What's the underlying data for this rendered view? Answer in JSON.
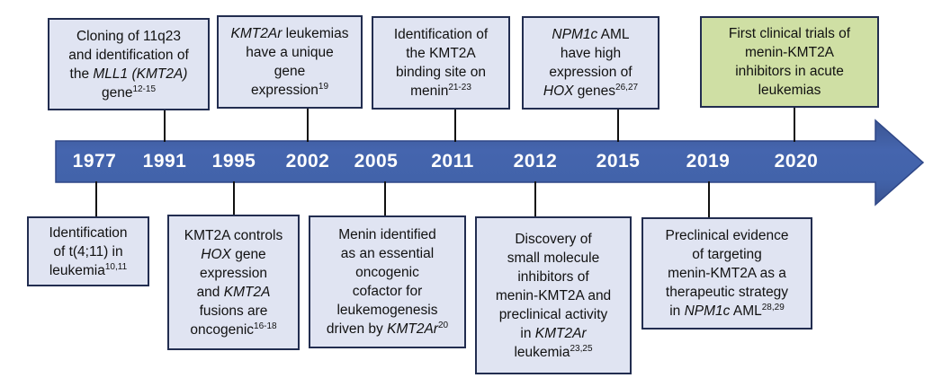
{
  "figure": {
    "title_semantic": "Timeline of menin-KMT2A research milestones",
    "colors": {
      "box_fill": "#e0e4f2",
      "box_border": "#222d50",
      "highlight_box_fill": "#cfdfa4",
      "arrow_fill": "#4161a8",
      "arrow_edge": "#2f4787",
      "year_text": "#ffffff",
      "body_text": "#111111",
      "connector": "#111111"
    }
  },
  "timeline": {
    "years": [
      "1977",
      "1991",
      "1995",
      "2002",
      "2005",
      "2011",
      "2012",
      "2015",
      "2019",
      "2020"
    ]
  },
  "top_boxes": [
    {
      "year": "1991",
      "text": "Cloning of 11q23\nand identification of\nthe *MLL1 (KMT2A)*\ngene^12-15^",
      "highlight": false
    },
    {
      "year": "2002",
      "text": "*KMT2Ar* leukemias\nhave a unique\ngene\nexpression^19^",
      "highlight": false
    },
    {
      "year": "2011",
      "text": "Identification of\nthe KMT2A\nbinding site on\nmenin^21-23^",
      "highlight": false
    },
    {
      "year": "2015",
      "text": "*NPM1c* AML\nhave high\nexpression of\n*HOX* genes^26,27^",
      "highlight": false
    },
    {
      "year": "2020",
      "text": "First clinical trials of\nmenin-KMT2A\ninhibitors in acute\nleukemias",
      "highlight": true
    }
  ],
  "bottom_boxes": [
    {
      "year": "1977",
      "text": "Identification\nof t(4;11) in\nleukemia^10,11^"
    },
    {
      "year": "1995",
      "text": "KMT2A controls\n*HOX* gene\nexpression\nand *KMT2A*\nfusions are\noncogenic^16-18^"
    },
    {
      "year": "2005",
      "text": "Menin identified\nas an essential\noncogenic\ncofactor for\nleukemogenesis\ndriven by *KMT2Ar*^20^"
    },
    {
      "year": "2012",
      "text": "Discovery of\nsmall molecule\ninhibitors of\nmenin-KMT2A and\npreclinical activity\nin *KMT2Ar*\nleukemia^23,25^"
    },
    {
      "year": "2019",
      "text": "Preclinical evidence\nof targeting\nmenin-KMT2A as a\ntherapeutic strategy\nin *NPM1c* AML^28,29^"
    }
  ]
}
